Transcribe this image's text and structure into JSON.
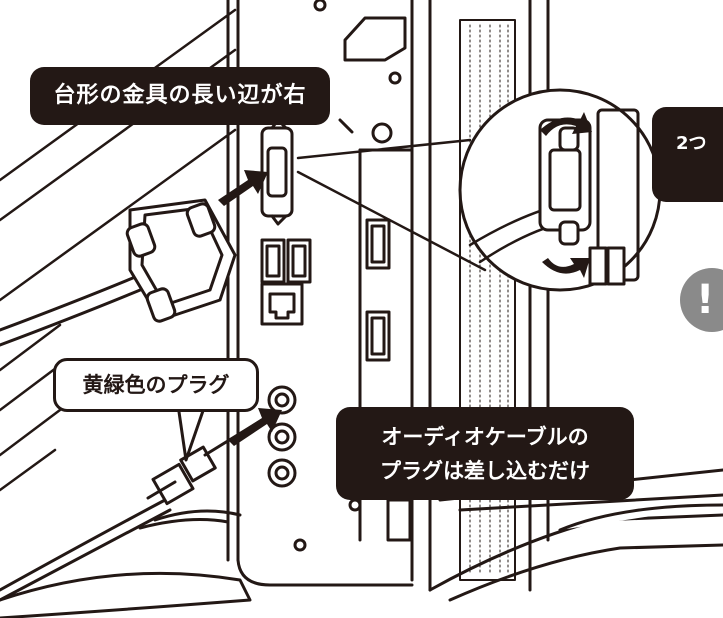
{
  "callouts": {
    "bracket_orientation": "台形の金具の長い辺が右",
    "screw_note_partial": "2つ",
    "plug_color": "黄緑色のプラグ",
    "audio_line1": "オーディオケーブルの",
    "audio_line2": "プラグは差し込むだけ"
  },
  "icons": {
    "warning": "warning-icon",
    "rotate": "rotate-arrow-icon",
    "insert": "insert-arrow-icon"
  },
  "colors": {
    "ink": "#231815",
    "label_text": "#ffffff",
    "paper": "#ffffff",
    "warning": "#8a8a8a"
  }
}
